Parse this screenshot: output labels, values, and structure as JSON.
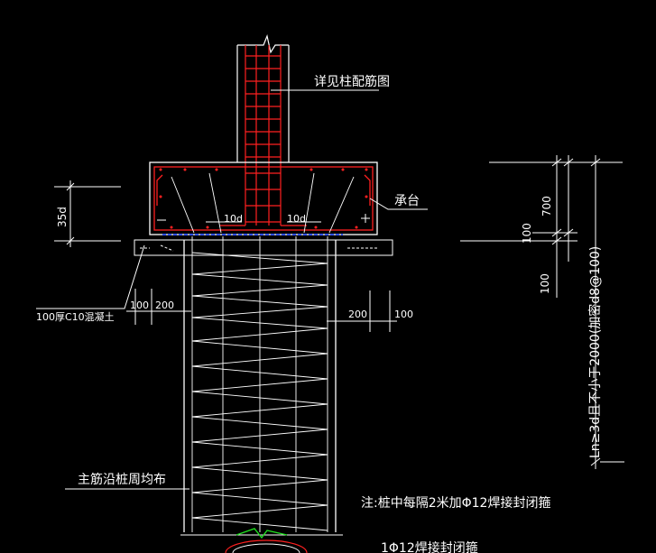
{
  "labels": {
    "column_rebar": "详见柱配筋图",
    "pile_cap": "承台",
    "anchor_left": "10d",
    "anchor_right": "10d",
    "cap_height": "35d",
    "cushion": "100厚C10混凝土",
    "main_bars": "主筋沿桩周均布",
    "note": "注:桩中每隔2米加Φ12焊接封闭箍",
    "bottom_hoop": "1Φ12焊接封闭箍",
    "dense_zone": "Ln≥3d且不小于2000(加密d8@100)"
  },
  "dimensions": {
    "left_100": "100",
    "left_200": "200",
    "right_200": "200",
    "right_100": "100",
    "r_700": "700",
    "r_100_top": "100",
    "r_100_bottom": "100"
  },
  "colors": {
    "background": "#000000",
    "rebar_red": "#ff2020",
    "outline_white": "#ffffff",
    "blue": "#3050ff",
    "green": "#20e020"
  }
}
